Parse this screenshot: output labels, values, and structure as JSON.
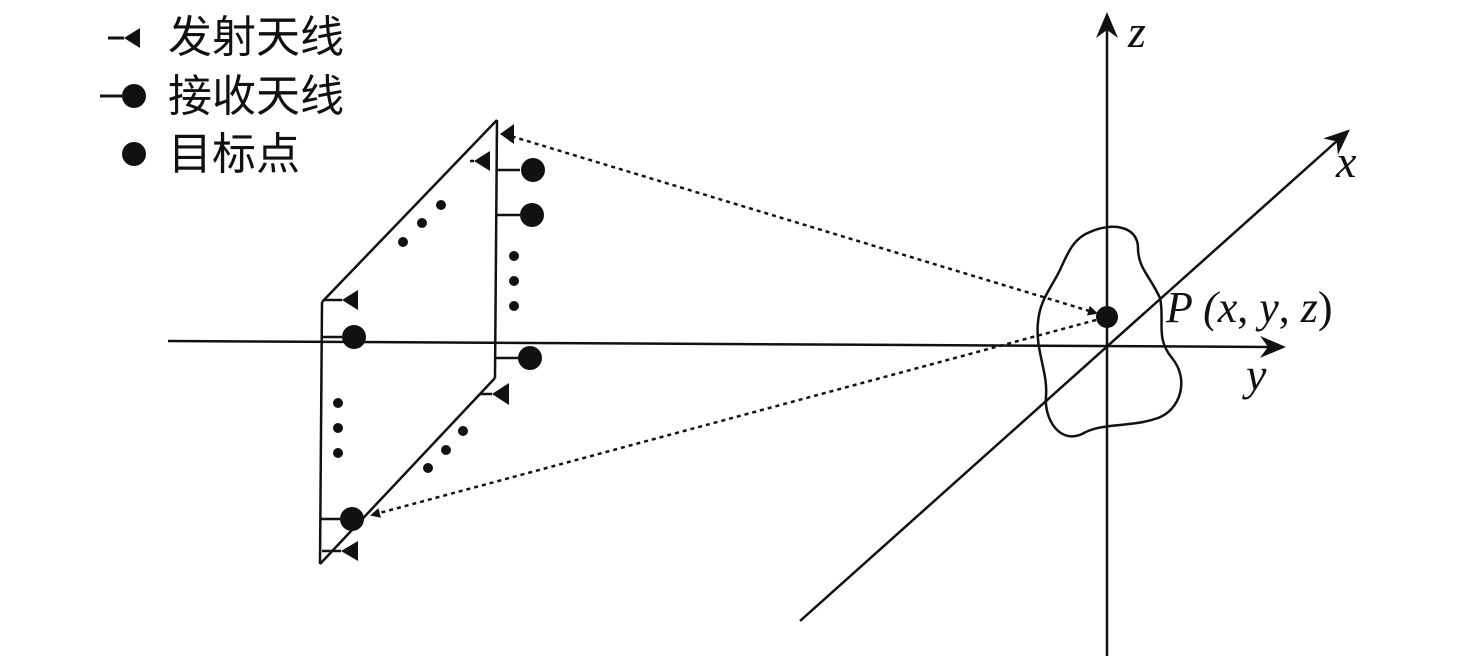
{
  "legend": {
    "transmit_label": "发射天线",
    "receive_label": "接收天线",
    "target_label": "目标点"
  },
  "axes": {
    "x_label": "x",
    "y_label": "y",
    "z_label": "z"
  },
  "target": {
    "open": "P (",
    "x": "x",
    "sep1": ", ",
    "y": "y",
    "sep2": ", ",
    "z": "z",
    "close": ")"
  },
  "icons": {
    "transmit": "transmit-antenna-icon",
    "receive": "receive-antenna-icon",
    "target": "target-point-icon"
  },
  "colors": {
    "ink": "#111111",
    "background": "#ffffff"
  }
}
